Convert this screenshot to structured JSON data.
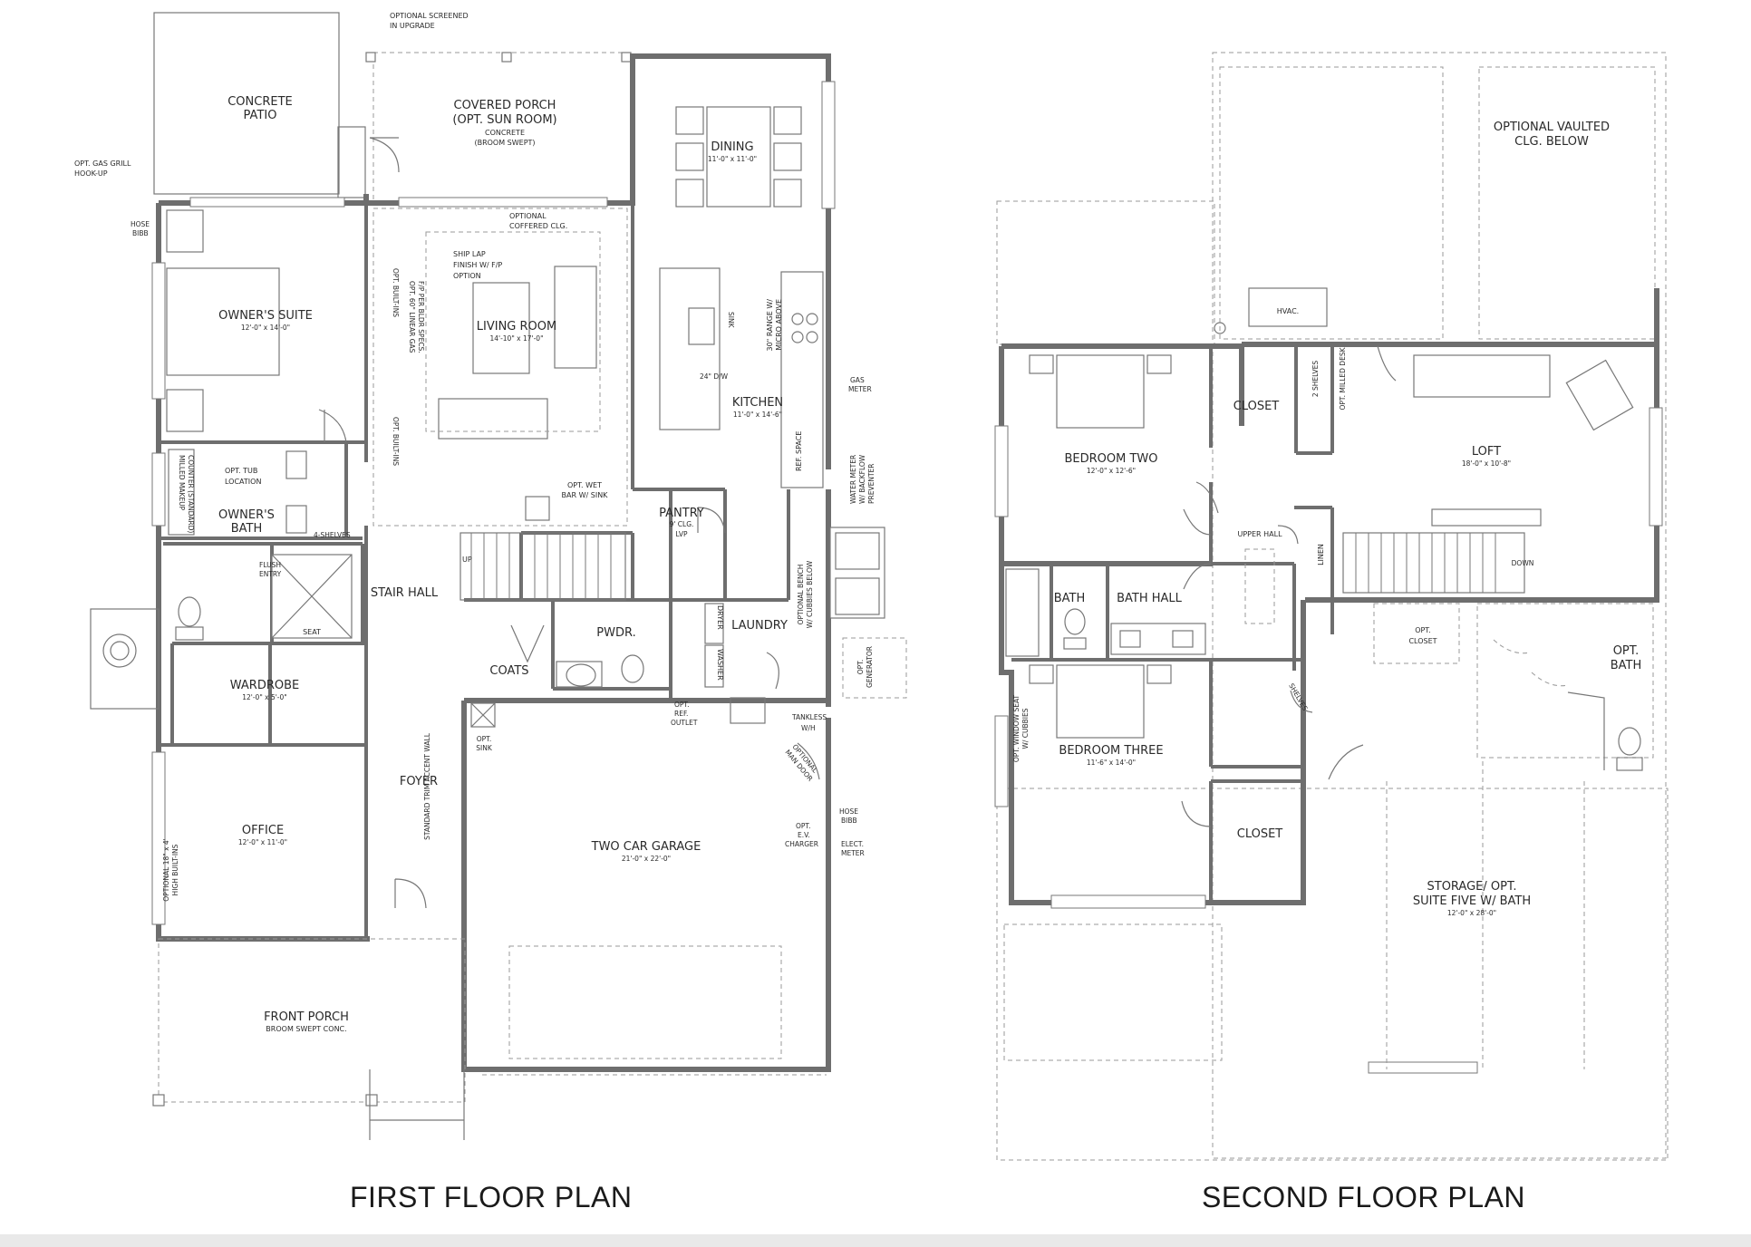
{
  "plans": {
    "first_floor_title": "FIRST FLOOR PLAN",
    "second_floor_title": "SECOND FLOOR PLAN"
  },
  "first_floor": {
    "concrete_patio": [
      "CONCRETE",
      "PATIO"
    ],
    "optional_screened": [
      "OPTIONAL SCREENED",
      "IN UPGRADE"
    ],
    "covered_porch": [
      "COVERED PORCH",
      "(OPT. SUN ROOM)",
      "CONCRETE",
      "(BROOM SWEPT)"
    ],
    "dining": "DINING",
    "dining_dim": "11'-0\" x 11'-0\"",
    "gas_grill": [
      "OPT. GAS GRILL",
      "HOOK-UP"
    ],
    "hose_bib_1": [
      "HOSE",
      "BIBB"
    ],
    "optional_coffered": [
      "OPTIONAL",
      "COFFERED CLG."
    ],
    "ship_lap": [
      "SHIP LAP",
      "FINISH W/ F/P",
      "OPTION"
    ],
    "opt_built_ins_top": "OPT. BUILT-INS",
    "opt_linear_gas": [
      "OPT. 60\" LINEAR GAS",
      "F/P PER BLDR SPECS."
    ],
    "owners_suite": "OWNER'S SUITE",
    "owners_suite_dim": "12'-0\" x 14'-0\"",
    "living_room": "LIVING ROOM",
    "living_room_dim": "14'-10\" x 17'-0\"",
    "sink": "SINK",
    "dw": "24\" D/W",
    "range": [
      "30\" RANGE W/",
      "MICRO ABOVE"
    ],
    "gas_meter": [
      "GAS",
      "METER"
    ],
    "kitchen": "KITCHEN",
    "kitchen_dim": "11'-0\" x 14'-6\"",
    "opt_built_ins_bottom": "OPT. BUILT-INS",
    "opt_tub": [
      "OPT. TUB",
      "LOCATION"
    ],
    "milled_makeup": [
      "MILLED MAKEUP",
      "COUNTER (STANDARD)"
    ],
    "owners_bath": [
      "OWNER'S",
      "BATH"
    ],
    "opt_wet_bar": [
      "OPT. WET",
      "BAR W/ SINK"
    ],
    "pantry": "PANTRY",
    "pantry_sub": [
      "9' CLG.",
      "LVP"
    ],
    "ref_space": "REF. SPACE",
    "water_meter": [
      "WATER METER",
      "W/ BACKFLOW",
      "PREVENTER"
    ],
    "shelves": "4-SHELVES",
    "flush_entry": [
      "FLUSH",
      "ENTRY"
    ],
    "seat": "SEAT",
    "stair_hall": "STAIR HALL",
    "up": "UP",
    "pwdr": "PWDR.",
    "dryer": "DRYER",
    "washer": "WASHER",
    "laundry": "LAUNDRY",
    "optional_bench": [
      "OPTIONAL BENCH",
      "W/ CUBBIES BELOW"
    ],
    "opt_generator": [
      "OPT.",
      "GENERATOR"
    ],
    "coats": "COATS",
    "wardrobe": "WARDROBE",
    "wardrobe_dim": "12'-0\" x 5'-0\"",
    "opt_ref_outlet": [
      "OPT.",
      "REF.",
      "OUTLET"
    ],
    "tankless": [
      "TANKLESS",
      "W/H"
    ],
    "opt_sink": [
      "OPT.",
      "SINK"
    ],
    "optional_man_door": [
      "OPTIONAL",
      "MAN DOOR"
    ],
    "foyer": "FOYER",
    "optional_built_ins": [
      "OPTIONAL 18\" x 4'",
      "HIGH BUILT-INS"
    ],
    "office": "OFFICE",
    "office_dim": "12'-0\" x 11'-0\"",
    "accent_wall": "STANDARD TRIM ACCENT WALL",
    "two_car_garage": "TWO CAR GARAGE",
    "garage_dim": "21'-0\" x 22'-0\"",
    "hose_bib_2": [
      "HOSE",
      "BIBB"
    ],
    "ev_charger": [
      "OPT.",
      "E.V.",
      "CHARGER"
    ],
    "elect_meter": [
      "ELECT.",
      "METER"
    ],
    "front_porch": "FRONT PORCH",
    "front_porch_sub": "BROOM SWEPT CONC."
  },
  "second_floor": {
    "optional_vaulted": [
      "OPTIONAL VAULTED",
      "CLG. BELOW"
    ],
    "hvac": "HVAC.",
    "closet_1": "CLOSET",
    "two_shelves": "2 SHELVES",
    "opt_milled_desk": "OPT. MILLED DESK",
    "bedroom_two": "BEDROOM TWO",
    "bedroom_two_dim": "12'-0\" x 12'-6\"",
    "loft": "LOFT",
    "loft_dim": "18'-0\" x 10'-8\"",
    "upper_hall": "UPPER HALL",
    "linen": "LINEN",
    "down": "DOWN",
    "bath": "BATH",
    "bath_hall": "BATH HALL",
    "opt_closet": [
      "OPT.",
      "CLOSET"
    ],
    "opt_bath": [
      "OPT.",
      "BATH"
    ],
    "shelves": "SHELVES",
    "opt_window_seat": [
      "OPT. WINDOW SEAT",
      "W/ CUBBIES"
    ],
    "bedroom_three": "BEDROOM THREE",
    "bedroom_three_dim": "11'-6\" x 14'-0\"",
    "closet_2": "CLOSET",
    "storage": [
      "STORAGE/ OPT.",
      "SUITE FIVE W/ BATH"
    ],
    "storage_dim": "12'-0\" x 28'-0\""
  }
}
